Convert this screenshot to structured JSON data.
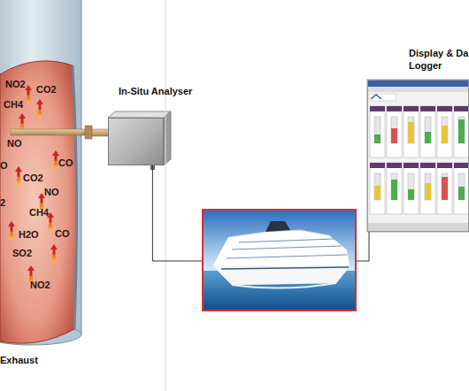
{
  "diagram": {
    "nodes": [
      {
        "text": [
          "Exhaust"
        ]
      },
      {
        "text": [
          "In-Situ Analyser"
        ]
      },
      {
        "text": [
          "Display & Da Logger"
        ]
      }
    ],
    "edges": [
      {
        "from": 1,
        "to": 2,
        "arrow": "none"
      }
    ],
    "labels": [
      "NO2",
      "CO2",
      "CH4",
      "O",
      "NO",
      "CO2",
      "CO",
      "NO",
      "2",
      "CH4",
      "H2O",
      "CO",
      "SO2",
      "NO2"
    ]
  }
}
